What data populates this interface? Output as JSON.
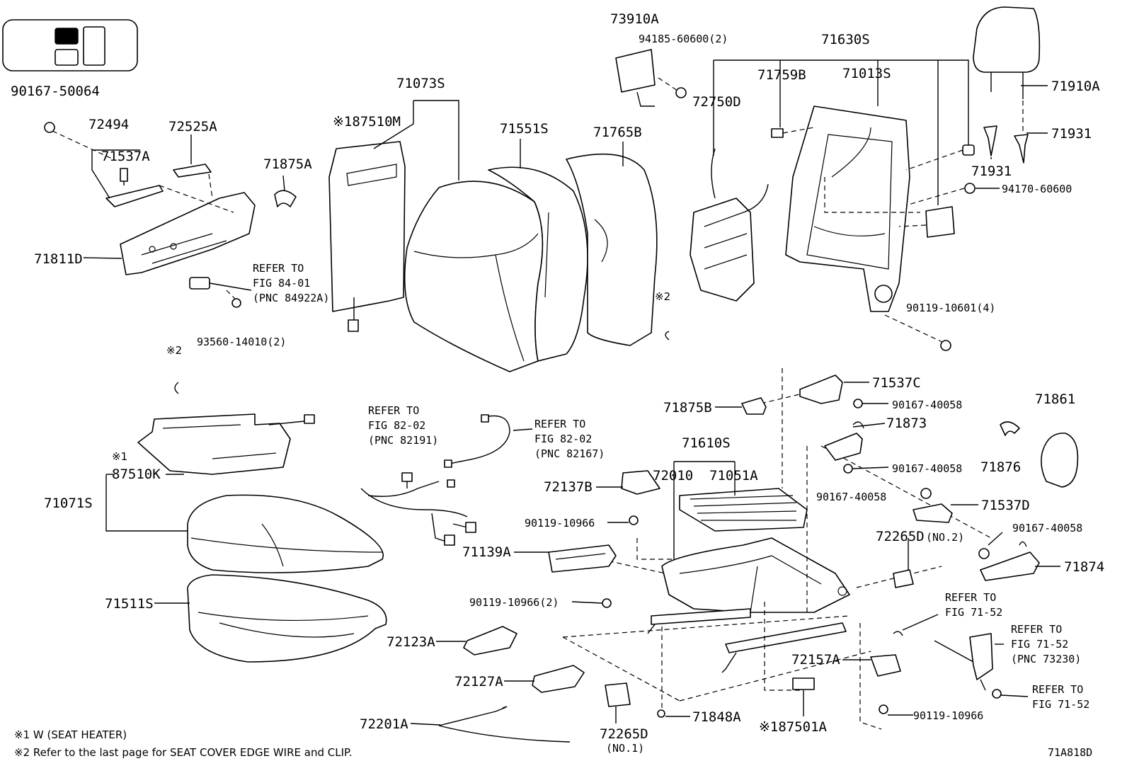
{
  "figure_code": "71A818D",
  "footnotes": {
    "note1": "※1 W (SEAT HEATER)",
    "note2": "※2 Refer to the last page for SEAT COVER EDGE WIRE and CLIP."
  },
  "markers": {
    "m1": "※1",
    "m2": "※2"
  },
  "refs": {
    "r8401_1": "REFER TO",
    "r8401_2": "FIG 84-01",
    "r8401_3": "(PNC 84922A)",
    "r82191_1": "REFER TO",
    "r82191_2": "FIG 82-02",
    "r82191_3": "(PNC 82191)",
    "r82167_1": "REFER TO",
    "r82167_2": "FIG 82-02",
    "r82167_3": "(PNC 82167)",
    "r7152a_1": "REFER TO",
    "r7152a_2": "FIG 71-52",
    "r7152b_1": "REFER TO",
    "r7152b_2": "FIG 71-52",
    "r7152b_3": "(PNC 73230)",
    "r7152c_1": "REFER TO",
    "r7152c_2": "FIG 71-52"
  },
  "parts": {
    "p9016750064": "90167-50064",
    "p72494": "72494",
    "p71537A": "71537A",
    "p72525A": "72525A",
    "p71875A": "71875A",
    "p71811D": "71811D",
    "p9356014010": "93560-14010(2)",
    "p71073S": "71073S",
    "p87510M": "※187510M",
    "p71551S": "71551S",
    "p71765B": "71765B",
    "p73910A": "73910A",
    "p9418560600": "94185-60600(2)",
    "p71630S": "71630S",
    "p71759B": "71759B",
    "p71013S": "71013S",
    "p72750D": "72750D",
    "p71910A": "71910A",
    "p71931a": "71931",
    "p71931b": "71931",
    "p9417060600": "94170-60600",
    "p9011910601": "90119-10601(4)",
    "p87510K": "87510K",
    "p71071S": "71071S",
    "p71511S": "71511S",
    "p71537C": "71537C",
    "p71875B": "71875B",
    "p9016740058a": "90167-40058",
    "p71873": "71873",
    "p9016740058b": "90167-40058",
    "p71876": "71876",
    "p71861": "71861",
    "p71610S": "71610S",
    "p72010": "72010",
    "p71051A": "71051A",
    "p72137B": "72137B",
    "p9016740058c": "90167-40058",
    "p71537D": "71537D",
    "p9011910966a": "90119-10966",
    "p72265Da": "72265D",
    "p72265Da_sub": "(NO.2)",
    "p9016740058d": "90167-40058",
    "p71139A": "71139A",
    "p71874": "71874",
    "p9011910966b": "90119-10966(2)",
    "p72123A": "72123A",
    "p72157A": "72157A",
    "p72127A": "72127A",
    "p72201A": "72201A",
    "p71848A": "71848A",
    "p72265Db": "72265D",
    "p72265Db_sub": "(NO.1)",
    "p87501A": "※187501A",
    "p9011910966c": "90119-10966"
  },
  "locator": {
    "active_cell": "front-left"
  }
}
